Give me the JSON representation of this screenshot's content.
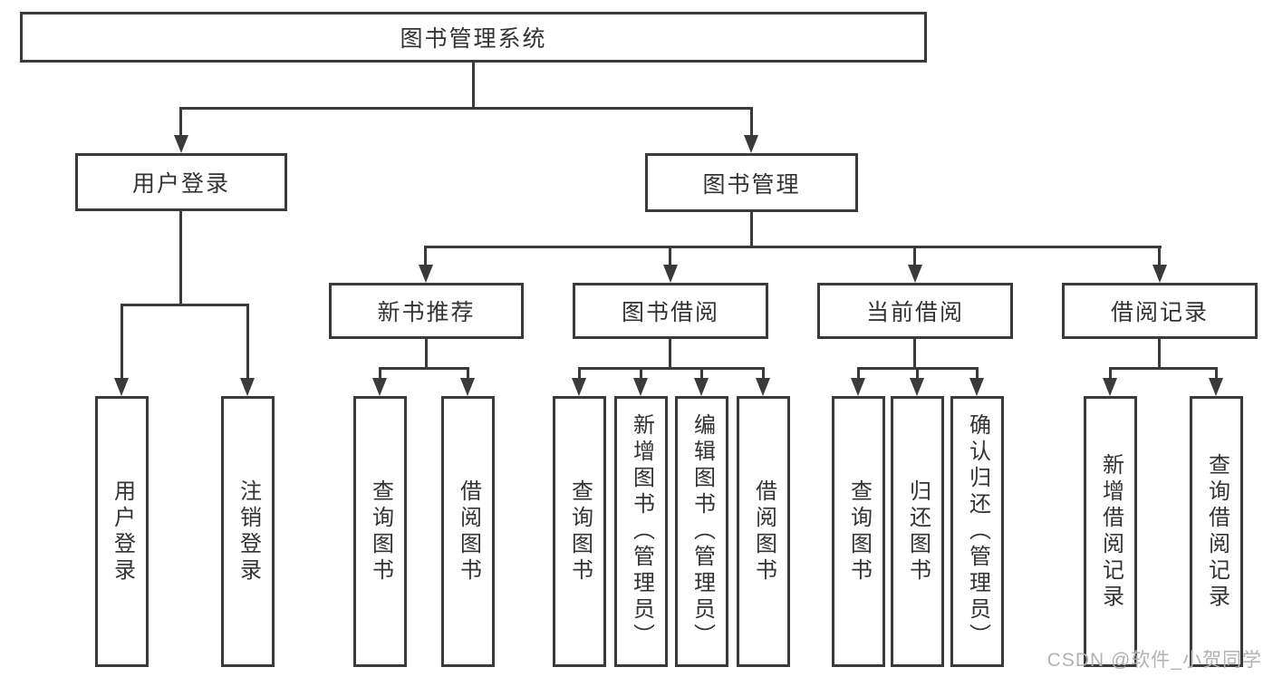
{
  "watermark": "CSDN @软件_小贺同学",
  "colors": {
    "line": "#3a3a3a",
    "text": "#333333",
    "watermark": "#b2b2b2",
    "background": "#ffffff"
  },
  "root": {
    "label": "图书管理系统"
  },
  "branches": {
    "user_login": {
      "label": "用户登录",
      "children": [
        {
          "label": "用户登录"
        },
        {
          "label": "注销登录"
        }
      ]
    },
    "book_mgmt": {
      "label": "图书管理",
      "children": [
        {
          "label": "新书推荐",
          "children": [
            {
              "label": "查询图书"
            },
            {
              "label": "借阅图书"
            }
          ]
        },
        {
          "label": "图书借阅",
          "children": [
            {
              "label": "查询图书"
            },
            {
              "label": "新增图书（管理员）"
            },
            {
              "label": "编辑图书（管理员）"
            },
            {
              "label": "借阅图书"
            }
          ]
        },
        {
          "label": "当前借阅",
          "children": [
            {
              "label": "查询图书"
            },
            {
              "label": "归还图书"
            },
            {
              "label": "确认归还（管理员）"
            }
          ]
        },
        {
          "label": "借阅记录",
          "children": [
            {
              "label": "新增借阅记录"
            },
            {
              "label": "查询借阅记录"
            }
          ]
        }
      ]
    }
  }
}
